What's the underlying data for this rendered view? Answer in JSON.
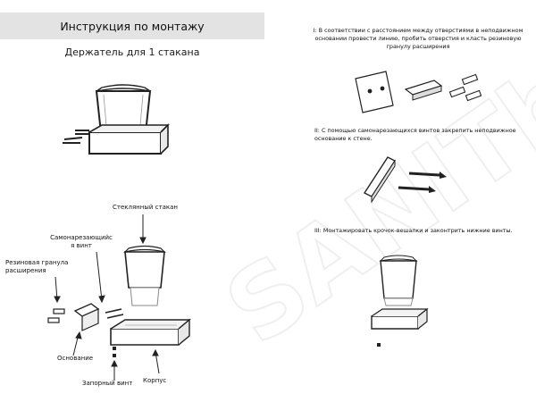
{
  "header": {
    "title": "Инструкция по монтажу",
    "subtitle": "Держатель для 1 стакана"
  },
  "labels": {
    "glass": "Стеклянный стакан",
    "screw": "Самонарезающийс\nя винт",
    "dowel": "Резиновая гранула\nрасширения",
    "base": "Основание",
    "set_screw": "Запорный винт",
    "body": "Корпус"
  },
  "steps": [
    {
      "text": "I: В соответствии с расстоянием между отверстиями в неподвижном основании провести линию, пробить отверстия и класть резиновую гранулу расширения"
    },
    {
      "text": "II: С помощью самонарезающихся винтов закрепить неподвижное основание к стене."
    },
    {
      "text": "III: Монтажировать крочок-вешалки и законтрить нижние винты."
    }
  ],
  "watermark": {
    "text": "SANITbY"
  }
}
